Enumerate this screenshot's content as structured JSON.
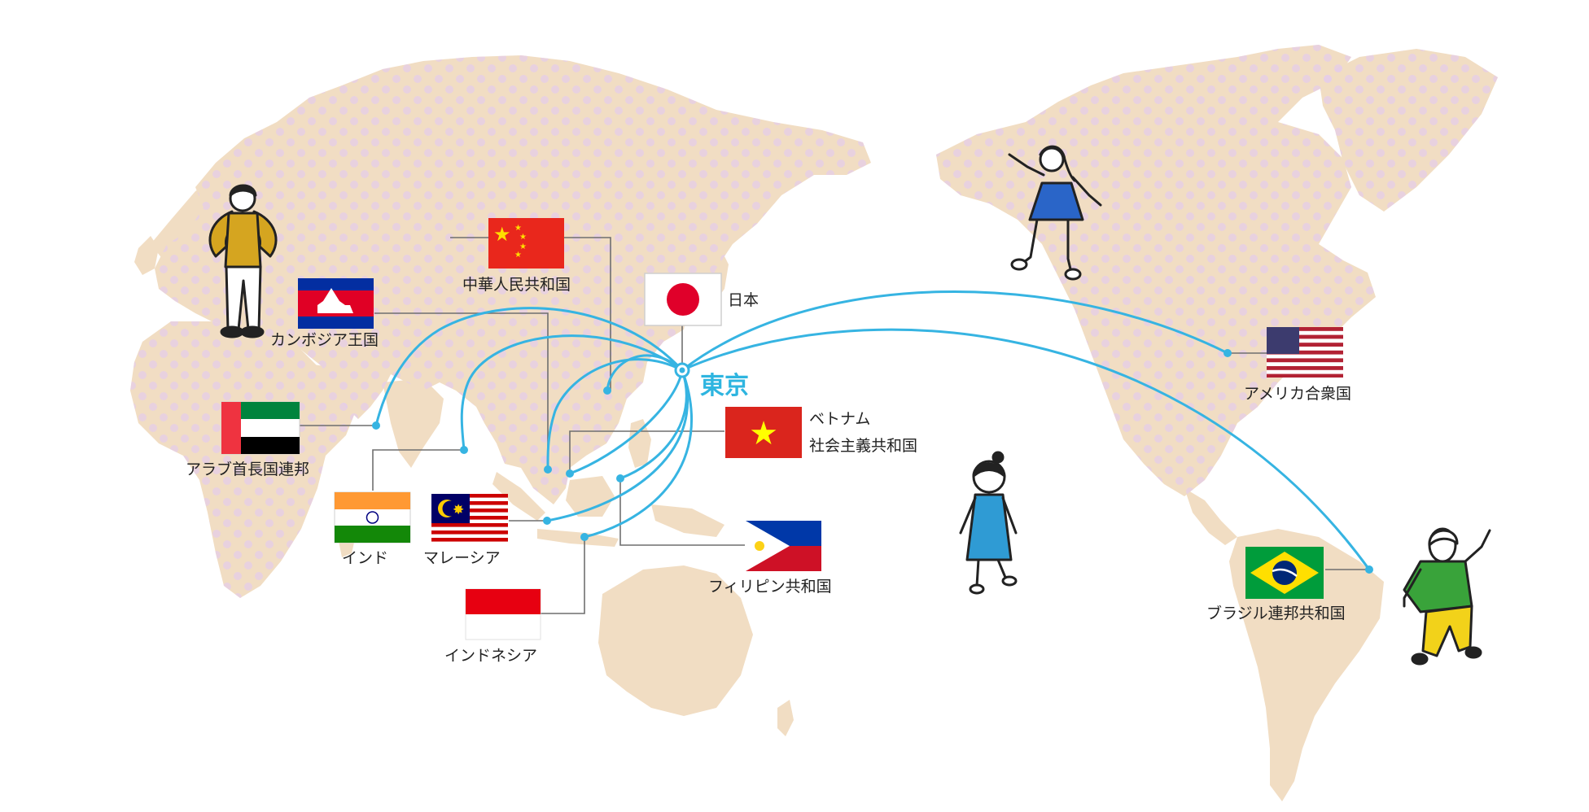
{
  "colors": {
    "land": "#f1ddc3",
    "dots": "#e2c9e6",
    "route": "#36b4e2",
    "leader": "#6f6f6f",
    "city_text": "#2eb5e0"
  },
  "hub": {
    "name": "東京"
  },
  "countries": {
    "japan": {
      "name": "日本"
    },
    "china": {
      "name": "中華人民共和国"
    },
    "cambodia": {
      "name": "カンボジア王国"
    },
    "uae": {
      "name": "アラブ首長国連邦"
    },
    "india": {
      "name": "インド"
    },
    "malaysia": {
      "name": "マレーシア"
    },
    "indonesia": {
      "name": "インドネシア"
    },
    "vietnam": {
      "name_line1": "ベトナム",
      "name_line2": "社会主義共和国"
    },
    "philippines": {
      "name": "フィリピン共和国"
    },
    "usa": {
      "name": "アメリカ合衆国"
    },
    "brazil": {
      "name": "ブラジル連邦共和国"
    }
  },
  "icons": {
    "characters": [
      "man-in-vest-icon",
      "girl-jumping-icon",
      "girl-in-blue-dress-icon",
      "boy-waving-icon"
    ],
    "flags": [
      "japan-flag-icon",
      "china-flag-icon",
      "cambodia-flag-icon",
      "uae-flag-icon",
      "india-flag-icon",
      "malaysia-flag-icon",
      "indonesia-flag-icon",
      "vietnam-flag-icon",
      "philippines-flag-icon",
      "usa-flag-icon",
      "brazil-flag-icon"
    ]
  }
}
